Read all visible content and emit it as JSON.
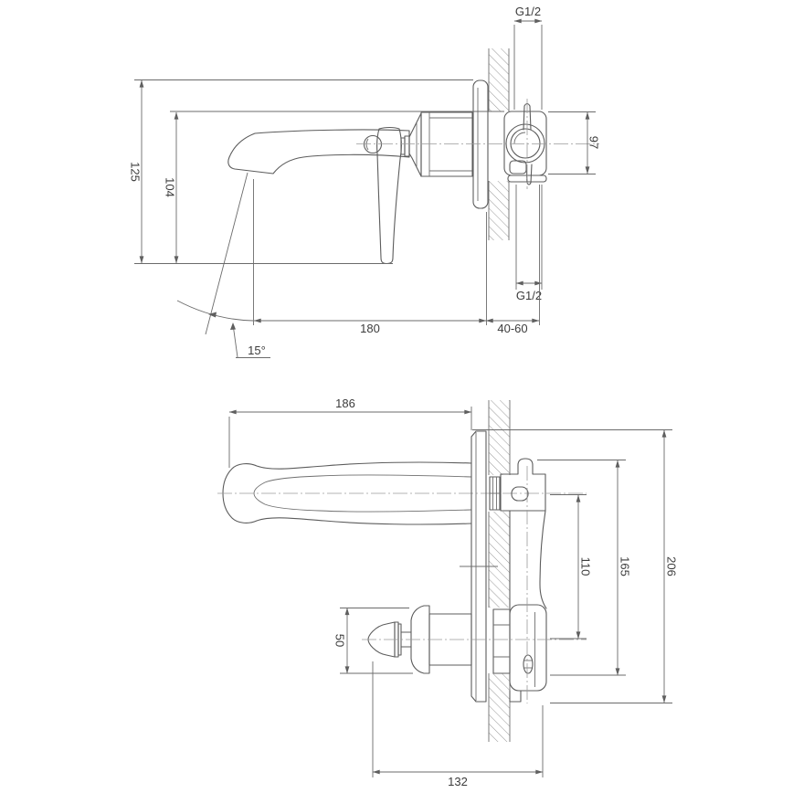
{
  "meta": {
    "subject": "wall-mounted-basin-mixer-dimensional-drawing",
    "background_color": "#ffffff",
    "line_color": "#5c5c5c",
    "dimension_line_color": "#6b6b6b",
    "text_color": "#3c3c3c"
  },
  "labels": {
    "side_view": {
      "thread_top": "G1/2",
      "valve_height": "97",
      "overall_height": "125",
      "spout_height": "104",
      "spout_reach": "180",
      "wall_depth_range": "40-60",
      "thread_bottom": "G1/2",
      "spout_angle": "15°"
    },
    "plan_view": {
      "spout_length": "186",
      "outlet_distance": "110",
      "bracket_height": "165",
      "plate_height": "206",
      "handle_width": "50",
      "body_depth": "132"
    }
  }
}
